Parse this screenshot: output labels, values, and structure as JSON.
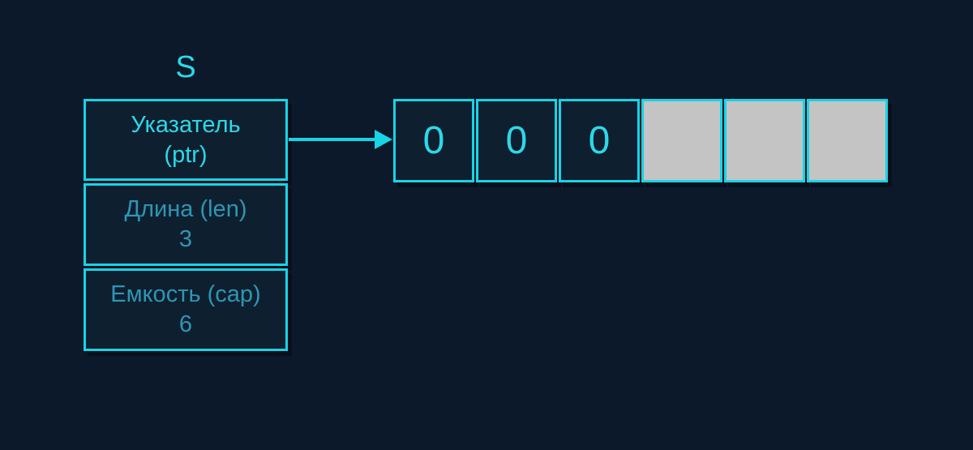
{
  "colors": {
    "background": "#0c192a",
    "cell_bg": "#0e1f30",
    "border": "#17d4e6",
    "text_bright": "#2bd9e8",
    "text_dim": "#2e96b2",
    "gray_cell": "#c4c4c4"
  },
  "struct": {
    "title": "S",
    "fields": [
      {
        "label": "Указатель",
        "sublabel": "(ptr)"
      },
      {
        "label": "Длина (len)",
        "value": "3"
      },
      {
        "label": "Емкость (cap)",
        "value": "6"
      }
    ]
  },
  "heap": {
    "cells": [
      {
        "value": "0",
        "state": "initialized"
      },
      {
        "value": "0",
        "state": "initialized"
      },
      {
        "value": "0",
        "state": "initialized"
      },
      {
        "value": "",
        "state": "uninitialized"
      },
      {
        "value": "",
        "state": "uninitialized"
      },
      {
        "value": "",
        "state": "uninitialized"
      }
    ]
  }
}
